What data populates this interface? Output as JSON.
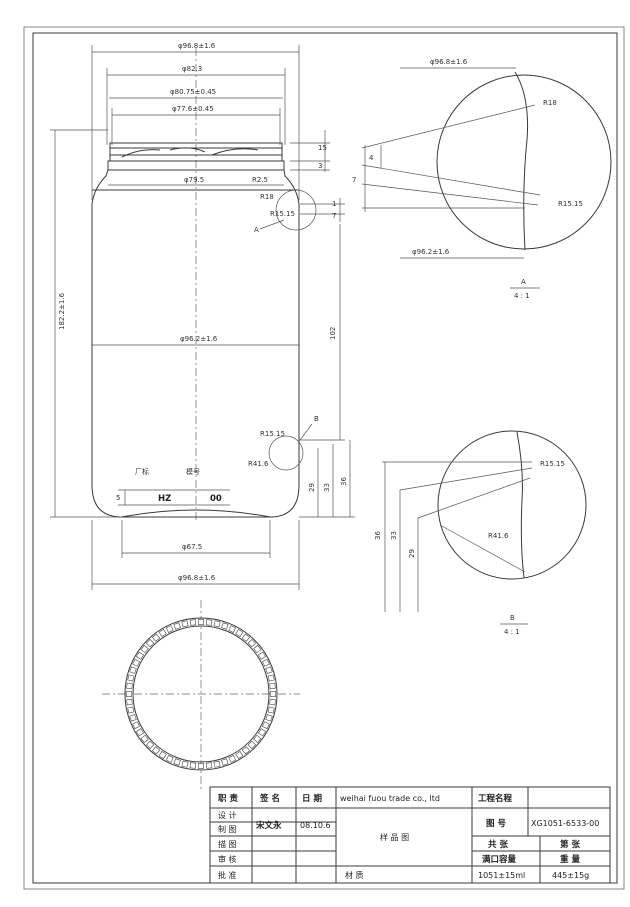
{
  "dimensions": {
    "d_96_8_top": "φ96.8±1.6",
    "d_82_3": "φ82.3",
    "d_80_75": "φ80.75±0.45",
    "d_77_6": "φ77.6±0.45",
    "d_79_5": "φ79.5",
    "r_2_5": "R2.5",
    "r_18": "R18",
    "r_15_15_a": "R15.15",
    "d_96_2_mid": "φ96.2±1.6",
    "height_182": "182.2±1.6",
    "height_102": "102",
    "r_15_15_b": "R15.15",
    "r_41_6": "R41.6",
    "h_29": "29",
    "h_33": "33",
    "h_36": "36",
    "h_5": "5",
    "d_67_5": "φ67.5",
    "d_96_8_bottom": "φ96.8±1.6",
    "h_15": "15",
    "h_3": "3",
    "h_7": "7",
    "h_1": "1",
    "factory_label": "厂标",
    "mould_label": "模号",
    "factory_mark": "HZ",
    "mould_mark": "00",
    "marker_a": "A",
    "marker_b": "B"
  },
  "detail_a": {
    "d_top": "φ96.8±1.6",
    "r_18": "R18",
    "h_4": "4",
    "h_7": "7",
    "r_15_15": "R15.15",
    "d_bottom": "φ96.2±1.6",
    "label": "A",
    "scale": "4 : 1"
  },
  "detail_b": {
    "r_15_15": "R15.15",
    "r_41_6": "R41.6",
    "h_36": "36",
    "h_33": "33",
    "h_29": "29",
    "label": "B",
    "scale": "4 : 1"
  },
  "title_block": {
    "h_duty": "职 责",
    "h_sign": "签 名",
    "h_date": "日 期",
    "company": "weihai fuou trade co., ltd",
    "project_name_label": "工程名程",
    "role_design": "设 计",
    "role_draw": "制 图",
    "role_trace": "描 图",
    "role_review": "审 核",
    "role_approve": "批 准",
    "designer": "宋文永",
    "date": "08.10.6",
    "drawing_title": "样 品 图",
    "drawing_no_label": "图 号",
    "drawing_no": "XG1051-6533-00",
    "total_sheets_label": "共 张",
    "sheet_label": "第 张",
    "capacity_label": "满口容量",
    "weight_label": "重 量",
    "capacity": "1051±15ml",
    "weight": "445±15g",
    "material_label": "材 质"
  }
}
